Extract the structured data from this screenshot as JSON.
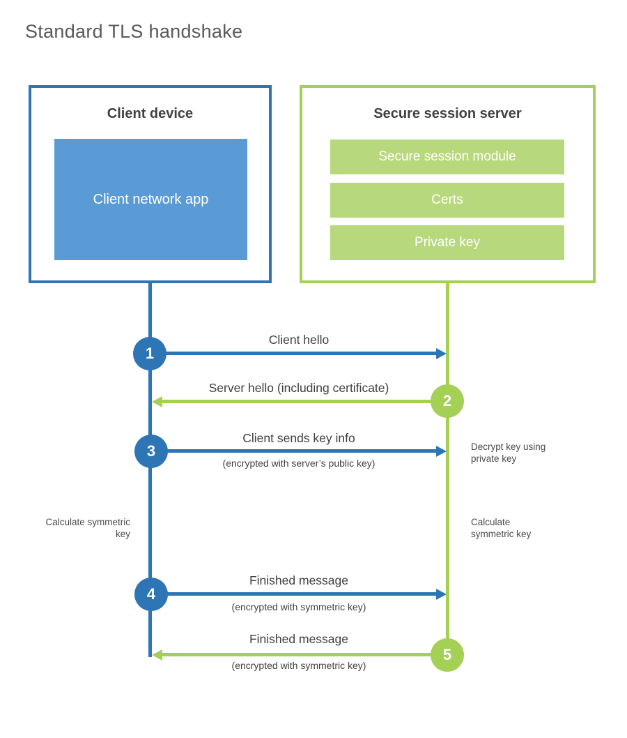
{
  "title": "Standard TLS handshake",
  "client": {
    "title": "Client device",
    "app_label": "Client network app"
  },
  "server": {
    "title": "Secure session server",
    "modules": [
      "Secure session module",
      "Certs",
      "Private key"
    ]
  },
  "steps": [
    {
      "number": "1",
      "from": "client",
      "direction": "right",
      "label": "Client hello",
      "sublabel": ""
    },
    {
      "number": "2",
      "from": "server",
      "direction": "left",
      "label": "Server hello (including certificate)",
      "sublabel": ""
    },
    {
      "number": "3",
      "from": "client",
      "direction": "right",
      "label": "Client sends key info",
      "sublabel": "(encrypted with server’s public key)"
    },
    {
      "number": "4",
      "from": "client",
      "direction": "right",
      "label": "Finished message",
      "sublabel": "(encrypted with symmetric key)"
    },
    {
      "number": "5",
      "from": "server",
      "direction": "left",
      "label": "Finished message",
      "sublabel": "(encrypted with symmetric key)"
    }
  ],
  "notes": {
    "decrypt": "Decrypt key using private key",
    "calc_left": "Calculate symmetric key",
    "calc_right": "Calculate symmetric key"
  },
  "colors": {
    "blue": "#2e75b6",
    "blue_light": "#5b9bd5",
    "green": "#a3d055",
    "green_light": "#b8d87d",
    "title_gray": "#595959",
    "text_dark": "#3f4041"
  }
}
